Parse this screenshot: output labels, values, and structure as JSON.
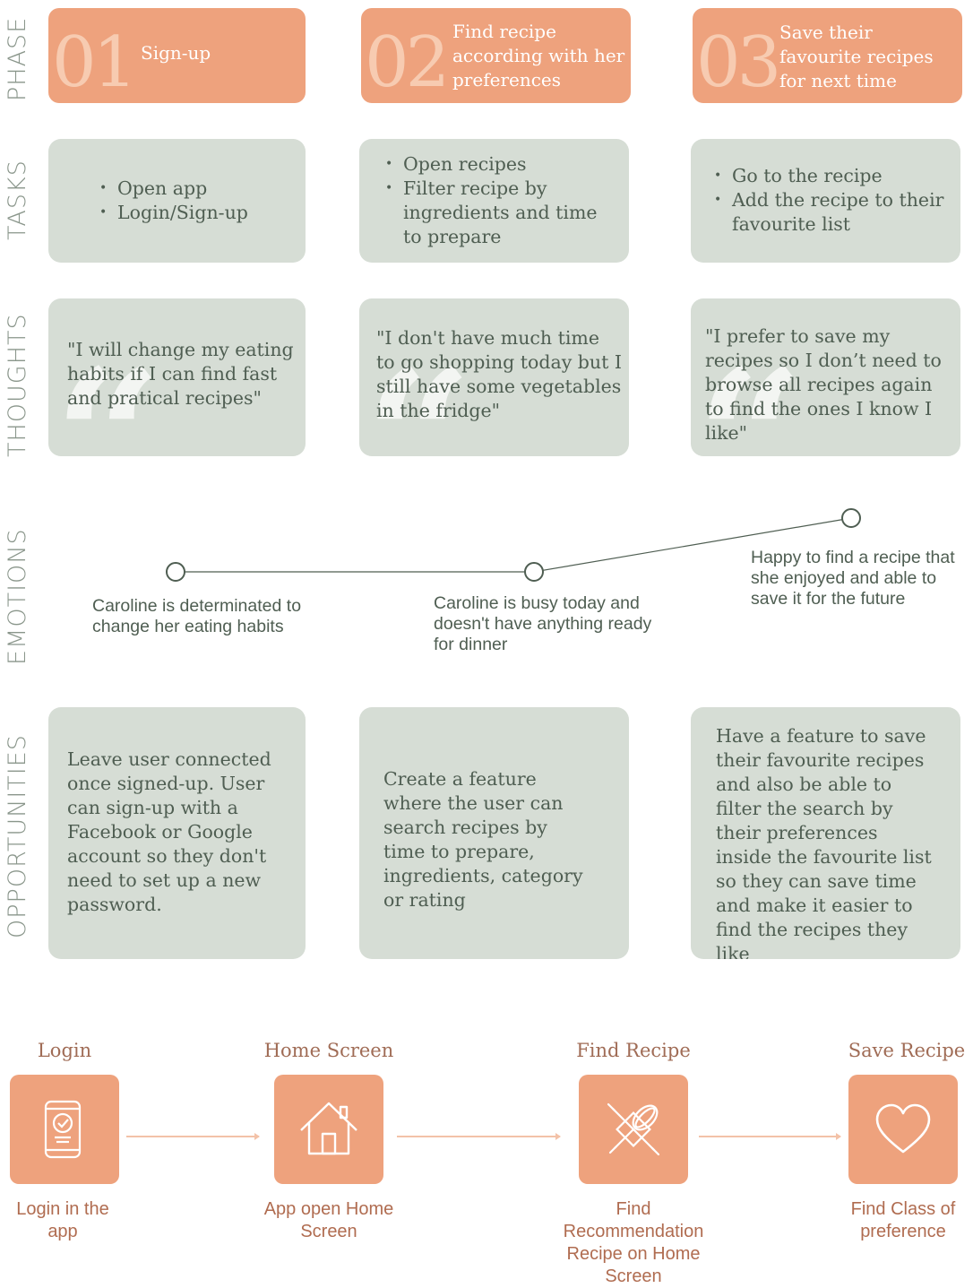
{
  "row_labels": {
    "phase": "PHASE",
    "tasks": "TASKS",
    "thoughts": "THOUGHTS",
    "emotions": "EMOTIONS",
    "opportunities": "OPPORTUNITIES"
  },
  "phases": [
    {
      "number": "01",
      "title": "Sign-up"
    },
    {
      "number": "02",
      "title": "Find recipe according with her preferences"
    },
    {
      "number": "03",
      "title": "Save their favourite recipes for next time"
    }
  ],
  "tasks": [
    [
      "Open app",
      "Login/Sign-up"
    ],
    [
      "Open recipes",
      "Filter recipe by ingredients and time to prepare"
    ],
    [
      "Go to the recipe",
      "Add the recipe to their favourite list"
    ]
  ],
  "thoughts": [
    "\"I will change my eating habits if I can find fast and pratical recipes\"",
    "\"I don't have much time to go shopping today but I still have some vegetables in the fridge\"",
    "\"I prefer to save my recipes so I don’t need to browse all recipes again to find the ones I know I like\""
  ],
  "emotions": [
    {
      "text": "Caroline is determinated to change her eating habits",
      "level": 0.5
    },
    {
      "text": "Caroline is busy today and doesn't have anything ready for dinner",
      "level": 0.5
    },
    {
      "text": "Happy to find a recipe that she enjoyed and able to save it for the future",
      "level": 1.0
    }
  ],
  "opportunities": [
    "Leave user connected once signed-up. User can sign-up with a Facebook or Google account so they don't need to set up a new password.",
    "Create a feature where the user can search recipes by time to prepare, ingredients, category or rating",
    "Have a feature to save their favourite recipes and also be able to filter the search by their preferences inside the favourite list so they can save time and make it easier to find the recipes they like"
  ],
  "flow": [
    {
      "label": "Login",
      "icon": "phone-check-icon",
      "description": "Login in the app"
    },
    {
      "label": "Home Screen",
      "icon": "house-icon",
      "description": "App open Home Screen"
    },
    {
      "label": "Find Recipe",
      "icon": "whisk-rolling-pin-icon",
      "description": "Find Recommendation Recipe on Home Screen"
    },
    {
      "label": "Save Recipe",
      "icon": "heart-icon",
      "description": "Find Class of preference"
    }
  ],
  "colors": {
    "accent": "#eea27d",
    "card": "#d6ddd5",
    "text": "#4f5e52",
    "flow_text": "#b06c50"
  }
}
